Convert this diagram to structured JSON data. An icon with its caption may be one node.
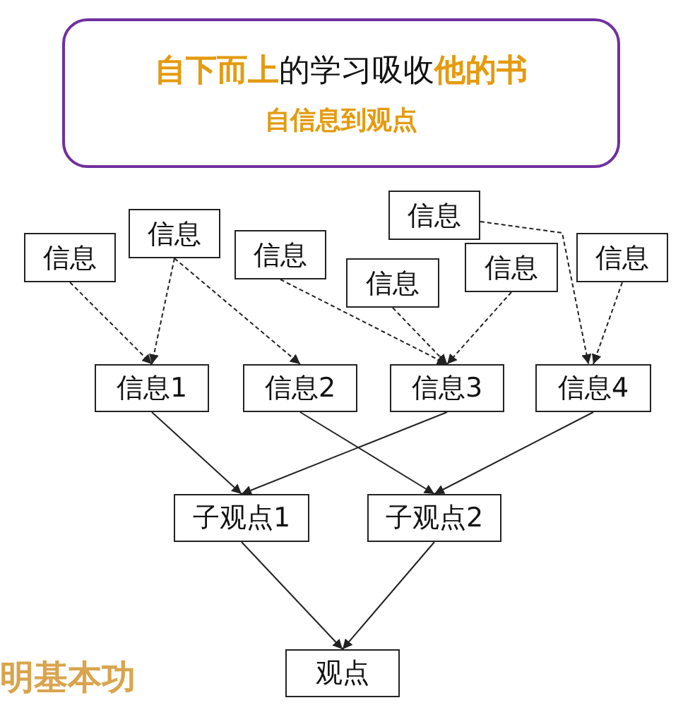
{
  "diagram": {
    "nodes": [
      {
        "text": [
          "**自下而上**的学习吸收**他的书**",
          "自信息到观点"
        ]
      },
      {
        "text": [
          "信息"
        ]
      },
      {
        "text": [
          "信息"
        ]
      },
      {
        "text": [
          "信息"
        ]
      },
      {
        "text": [
          "信息"
        ]
      },
      {
        "text": [
          "信息"
        ]
      },
      {
        "text": [
          "信息"
        ]
      },
      {
        "text": [
          "信息"
        ]
      },
      {
        "text": [
          "信息1"
        ]
      },
      {
        "text": [
          "信息2"
        ]
      },
      {
        "text": [
          "信息3"
        ]
      },
      {
        "text": [
          "信息4"
        ]
      },
      {
        "text": [
          "子观点1"
        ]
      },
      {
        "text": [
          "子观点2"
        ]
      },
      {
        "text": [
          "观点"
        ]
      }
    ],
    "edges": [
      {
        "from": 1,
        "to": 8,
        "arrow": "to",
        "style": "dashed"
      },
      {
        "from": 2,
        "to": 8,
        "arrow": "to",
        "style": "dashed"
      },
      {
        "from": 2,
        "to": 9,
        "arrow": "to",
        "style": "dashed"
      },
      {
        "from": 3,
        "to": 10,
        "arrow": "to",
        "style": "dashed"
      },
      {
        "from": 4,
        "to": 10,
        "arrow": "to",
        "style": "dashed"
      },
      {
        "from": 5,
        "to": 11,
        "arrow": "to",
        "style": "dashed"
      },
      {
        "from": 6,
        "to": 10,
        "arrow": "to",
        "style": "dashed"
      },
      {
        "from": 7,
        "to": 11,
        "arrow": "to",
        "style": "dashed"
      },
      {
        "from": 8,
        "to": 12,
        "arrow": "to"
      },
      {
        "from": 9,
        "to": 13,
        "arrow": "to"
      },
      {
        "from": 10,
        "to": 12,
        "arrow": "to"
      },
      {
        "from": 11,
        "to": 13,
        "arrow": "to"
      },
      {
        "from": 12,
        "to": 14,
        "arrow": "to"
      },
      {
        "from": 13,
        "to": 14,
        "arrow": "to"
      }
    ],
    "labels": [
      "明基本功"
    ]
  }
}
